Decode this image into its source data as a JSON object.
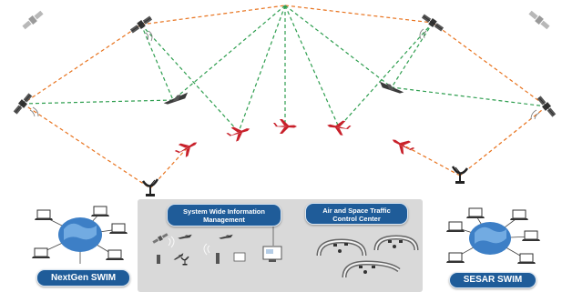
{
  "labels": {
    "nextgen": "NextGen SWIM",
    "sesar": "SESAR SWIM",
    "swim_line1": "System Wide Information",
    "swim_line2": "Management",
    "astcc_line1": "Air and Space Traffic",
    "astcc_line2": "Control Center"
  },
  "colors": {
    "satellite_link": "#e8731e",
    "aircraft_link": "#2e9e4f",
    "label_bg": "#1f5c99",
    "panel_bg": "#d9d9d9",
    "aircraft_red": "#c8202a",
    "aircraft_dark": "#3a3a3a",
    "network_globe": "#3d7fc6"
  }
}
